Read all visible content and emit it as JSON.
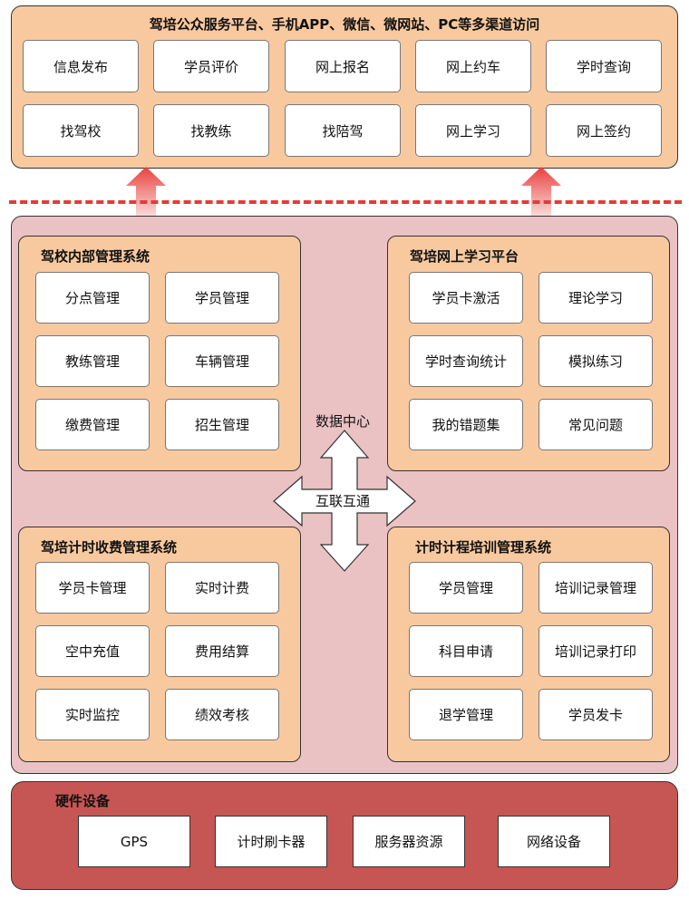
{
  "top_panel": {
    "title": "驾培公众服务平台、手机APP、微信、微网站、PC等多渠道访问",
    "items": [
      "信息发布",
      "学员评价",
      "网上报名",
      "网上约车",
      "学时查询",
      "找驾校",
      "找教练",
      "找陪驾",
      "网上学习",
      "网上签约"
    ]
  },
  "mid": {
    "internal_mgmt": {
      "title": "驾校内部管理系统",
      "items": [
        "分点管理",
        "学员管理",
        "教练管理",
        "车辆管理",
        "缴费管理",
        "招生管理"
      ]
    },
    "online_learning": {
      "title": "驾培网上学习平台",
      "items": [
        "学员卡激活",
        "理论学习",
        "学时查询统计",
        "模拟练习",
        "我的错题集",
        "常见问题"
      ]
    },
    "timing_fee": {
      "title": "驾培计时收费管理系统",
      "items": [
        "学员卡管理",
        "实时计费",
        "空中充值",
        "费用结算",
        "实时监控",
        "绩效考核"
      ]
    },
    "training_mgmt": {
      "title": "计时计程培训管理系统",
      "items": [
        "学员管理",
        "培训记录管理",
        "科目申请",
        "培训记录打印",
        "退学管理",
        "学员发卡"
      ]
    },
    "center": {
      "data_center": "数据中心",
      "interconnect": "互联互通"
    }
  },
  "hardware": {
    "title": "硬件设备",
    "items": [
      "GPS",
      "计时刷卡器",
      "服务器资源",
      "网络设备"
    ]
  },
  "colors": {
    "orange_fill": "#f8c99f",
    "mid_fill": "#eac2c3",
    "hardware_fill": "#c65653",
    "dash_red": "#e23b3b"
  }
}
